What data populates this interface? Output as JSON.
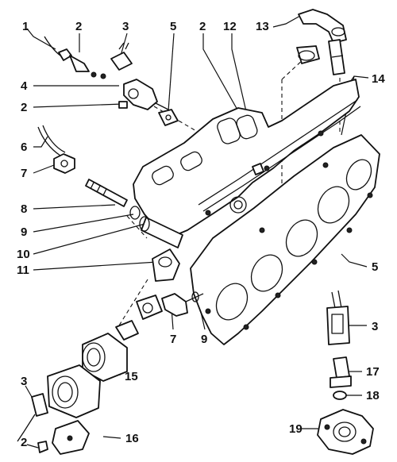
{
  "callouts": [
    {
      "id": "c1",
      "text": "1"
    },
    {
      "id": "c2a",
      "text": "2"
    },
    {
      "id": "c3a",
      "text": "3"
    },
    {
      "id": "c5a",
      "text": "5"
    },
    {
      "id": "c2b",
      "text": "2"
    },
    {
      "id": "c12",
      "text": "12"
    },
    {
      "id": "c13",
      "text": "13"
    },
    {
      "id": "c14",
      "text": "14"
    },
    {
      "id": "c4",
      "text": "4"
    },
    {
      "id": "c2c",
      "text": "2"
    },
    {
      "id": "c6",
      "text": "6"
    },
    {
      "id": "c7a",
      "text": "7"
    },
    {
      "id": "c8",
      "text": "8"
    },
    {
      "id": "c9a",
      "text": "9"
    },
    {
      "id": "c10",
      "text": "10"
    },
    {
      "id": "c11",
      "text": "11"
    },
    {
      "id": "c5b",
      "text": "5"
    },
    {
      "id": "c7b",
      "text": "7"
    },
    {
      "id": "c9b",
      "text": "9"
    },
    {
      "id": "c3b",
      "text": "3"
    },
    {
      "id": "c15",
      "text": "15"
    },
    {
      "id": "c17",
      "text": "17"
    },
    {
      "id": "c3c",
      "text": "3"
    },
    {
      "id": "c18",
      "text": "18"
    },
    {
      "id": "c19",
      "text": "19"
    },
    {
      "id": "c2d",
      "text": "2"
    },
    {
      "id": "c16",
      "text": "16"
    }
  ]
}
